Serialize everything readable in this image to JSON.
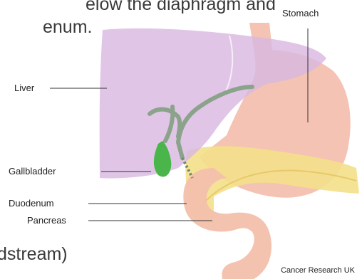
{
  "slide": {
    "line1": "elow the diaphragm and",
    "line2": "enum.",
    "line3": "dstream)"
  },
  "labels": {
    "stomach": "Stomach",
    "liver": "Liver",
    "gallbladder": "Gallbladder",
    "duodenum": "Duodenum",
    "pancreas": "Pancreas"
  },
  "credit": "Cancer Research UK",
  "colors": {
    "liver": "#d9b8e2",
    "stomach": "#f2b9a6",
    "pancreas": "#f4e08a",
    "gallbladder": "#4ab54a",
    "bile_duct": "#8aa38a",
    "duodenum": "#f3c0ac"
  }
}
